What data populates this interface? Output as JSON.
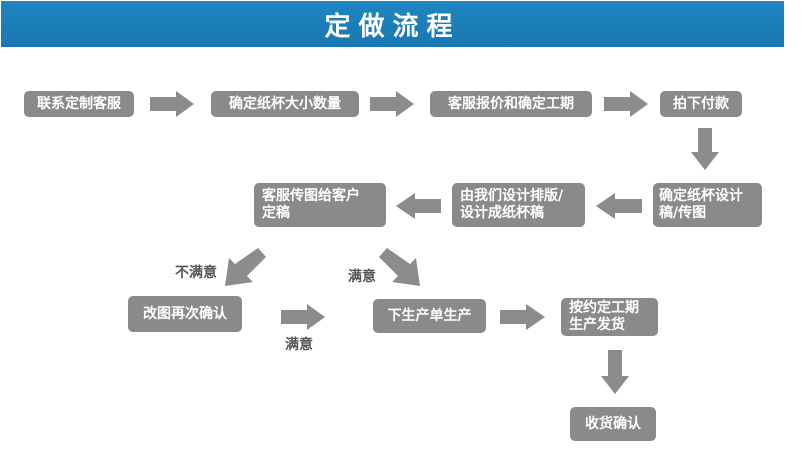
{
  "title": "定做流程",
  "nodes": [
    {
      "id": "n1",
      "text": "联系定制客服"
    },
    {
      "id": "n2",
      "text": "确定纸杯大小数量"
    },
    {
      "id": "n3",
      "text": "客服报价和确定工期"
    },
    {
      "id": "n4",
      "text": "拍下付款"
    },
    {
      "id": "n5",
      "text": "确定纸杯设计稿/传图"
    },
    {
      "id": "n6",
      "text": "由我们设计排版/设计成纸杯稿"
    },
    {
      "id": "n7",
      "text": "客服传图给客户定稿"
    },
    {
      "id": "n8",
      "text": "改图再次确认"
    },
    {
      "id": "n9",
      "text": "下生产单生产"
    },
    {
      "id": "n10",
      "text": "按约定工期生产发货"
    },
    {
      "id": "n11",
      "text": "收货确认"
    }
  ],
  "edge_labels": {
    "unsatisfied": "不满意",
    "satisfied_top": "满意",
    "satisfied_bottom": "满意"
  },
  "colors": {
    "banner": "#1a7cb8",
    "box": "#8a8a8a",
    "arrow": "#8c8c8c",
    "text": "#ffffff"
  }
}
